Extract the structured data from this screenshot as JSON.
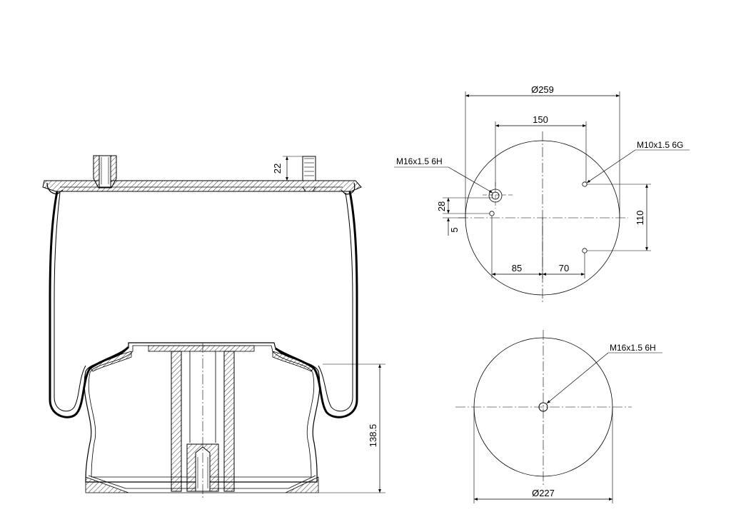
{
  "side_view": {
    "dim_stud_height": "22",
    "dim_piston_height": "138.5"
  },
  "top_view": {
    "dim_outer_diameter": "Ø259",
    "dim_hole_spacing": "150",
    "dim_vertical_spacing": "110",
    "dim_left_offset": "85",
    "dim_right_offset": "70",
    "dim_offset_28": "28",
    "dim_offset_5": "5",
    "thread_large": "M16x1.5 6H",
    "thread_small": "M10x1.5 6G"
  },
  "bottom_view": {
    "dim_diameter": "Ø227",
    "thread": "M16x1.5 6H"
  }
}
